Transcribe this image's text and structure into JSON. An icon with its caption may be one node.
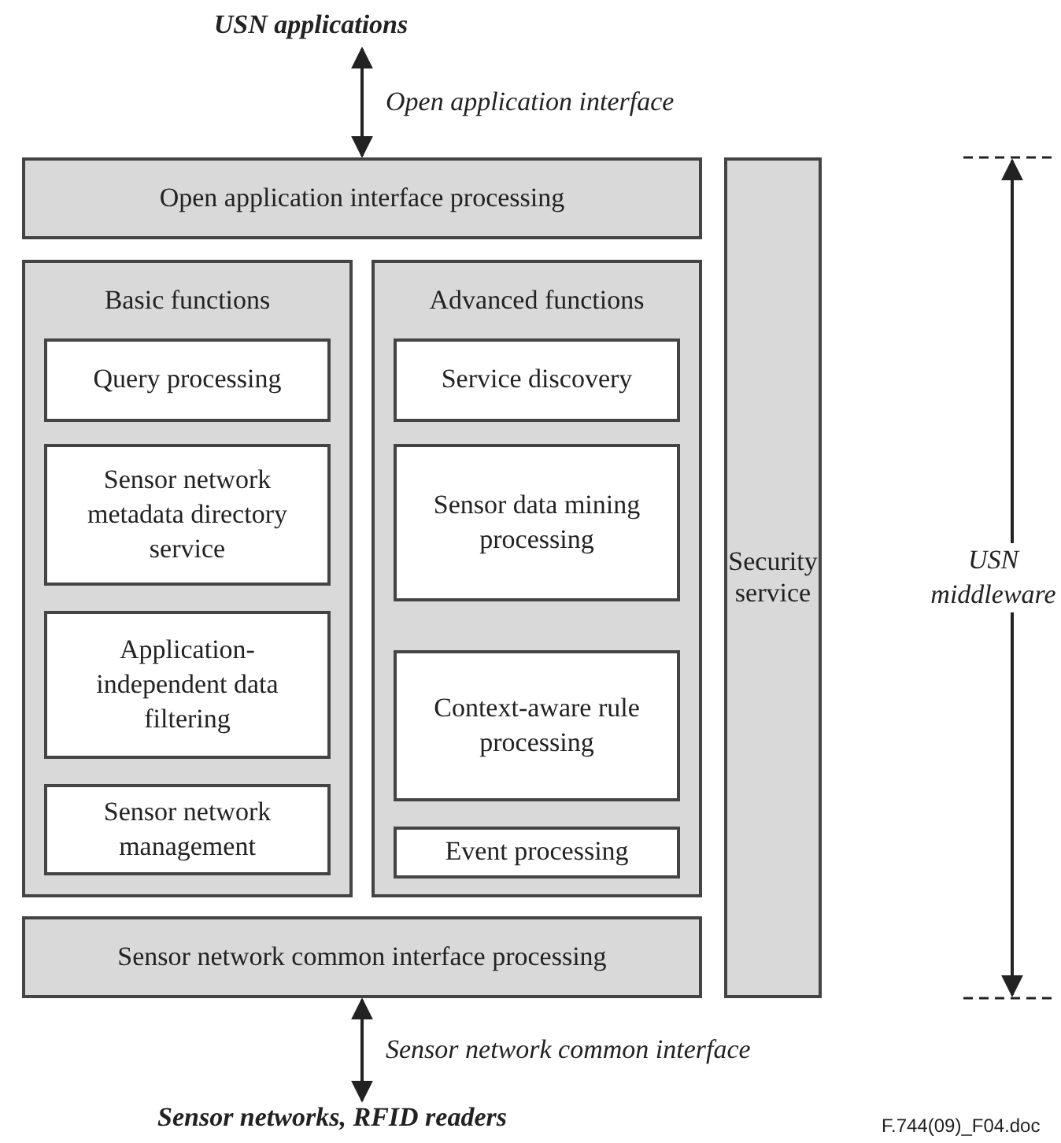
{
  "diagram": {
    "nodes": [
      {
        "text": [
          "USN applications"
        ]
      },
      {
        "text": [
          "Open application interface processing"
        ]
      },
      {
        "text": [
          "Basic functions"
        ]
      },
      {
        "text": [
          "Query processing"
        ],
        "in": 2
      },
      {
        "text": [
          "Sensor network metadata directory service"
        ],
        "in": 2
      },
      {
        "text": [
          "Application-independent data filtering"
        ],
        "in": 2
      },
      {
        "text": [
          "Sensor network management"
        ],
        "in": 2
      },
      {
        "text": [
          "Advanced functions"
        ]
      },
      {
        "text": [
          "Service discovery"
        ],
        "in": 7
      },
      {
        "text": [
          "Sensor data mining processing"
        ],
        "in": 7
      },
      {
        "text": [
          "Context-aware rule processing"
        ],
        "in": 7
      },
      {
        "text": [
          "Event processing"
        ],
        "in": 7
      },
      {
        "text": [
          "Sensor network common interface processing"
        ]
      },
      {
        "text": [
          "Security service"
        ]
      },
      {
        "text": [
          "Sensor networks, RFID readers"
        ]
      }
    ],
    "edges": [
      {
        "from": 0,
        "to": 1,
        "arrow": "both",
        "label": "Open application interface"
      },
      {
        "from": 12,
        "to": 14,
        "arrow": "both",
        "label": "Sensor network common interface"
      }
    ],
    "labels": [
      "USN middleware",
      "F.744(09)_F04.doc"
    ]
  }
}
